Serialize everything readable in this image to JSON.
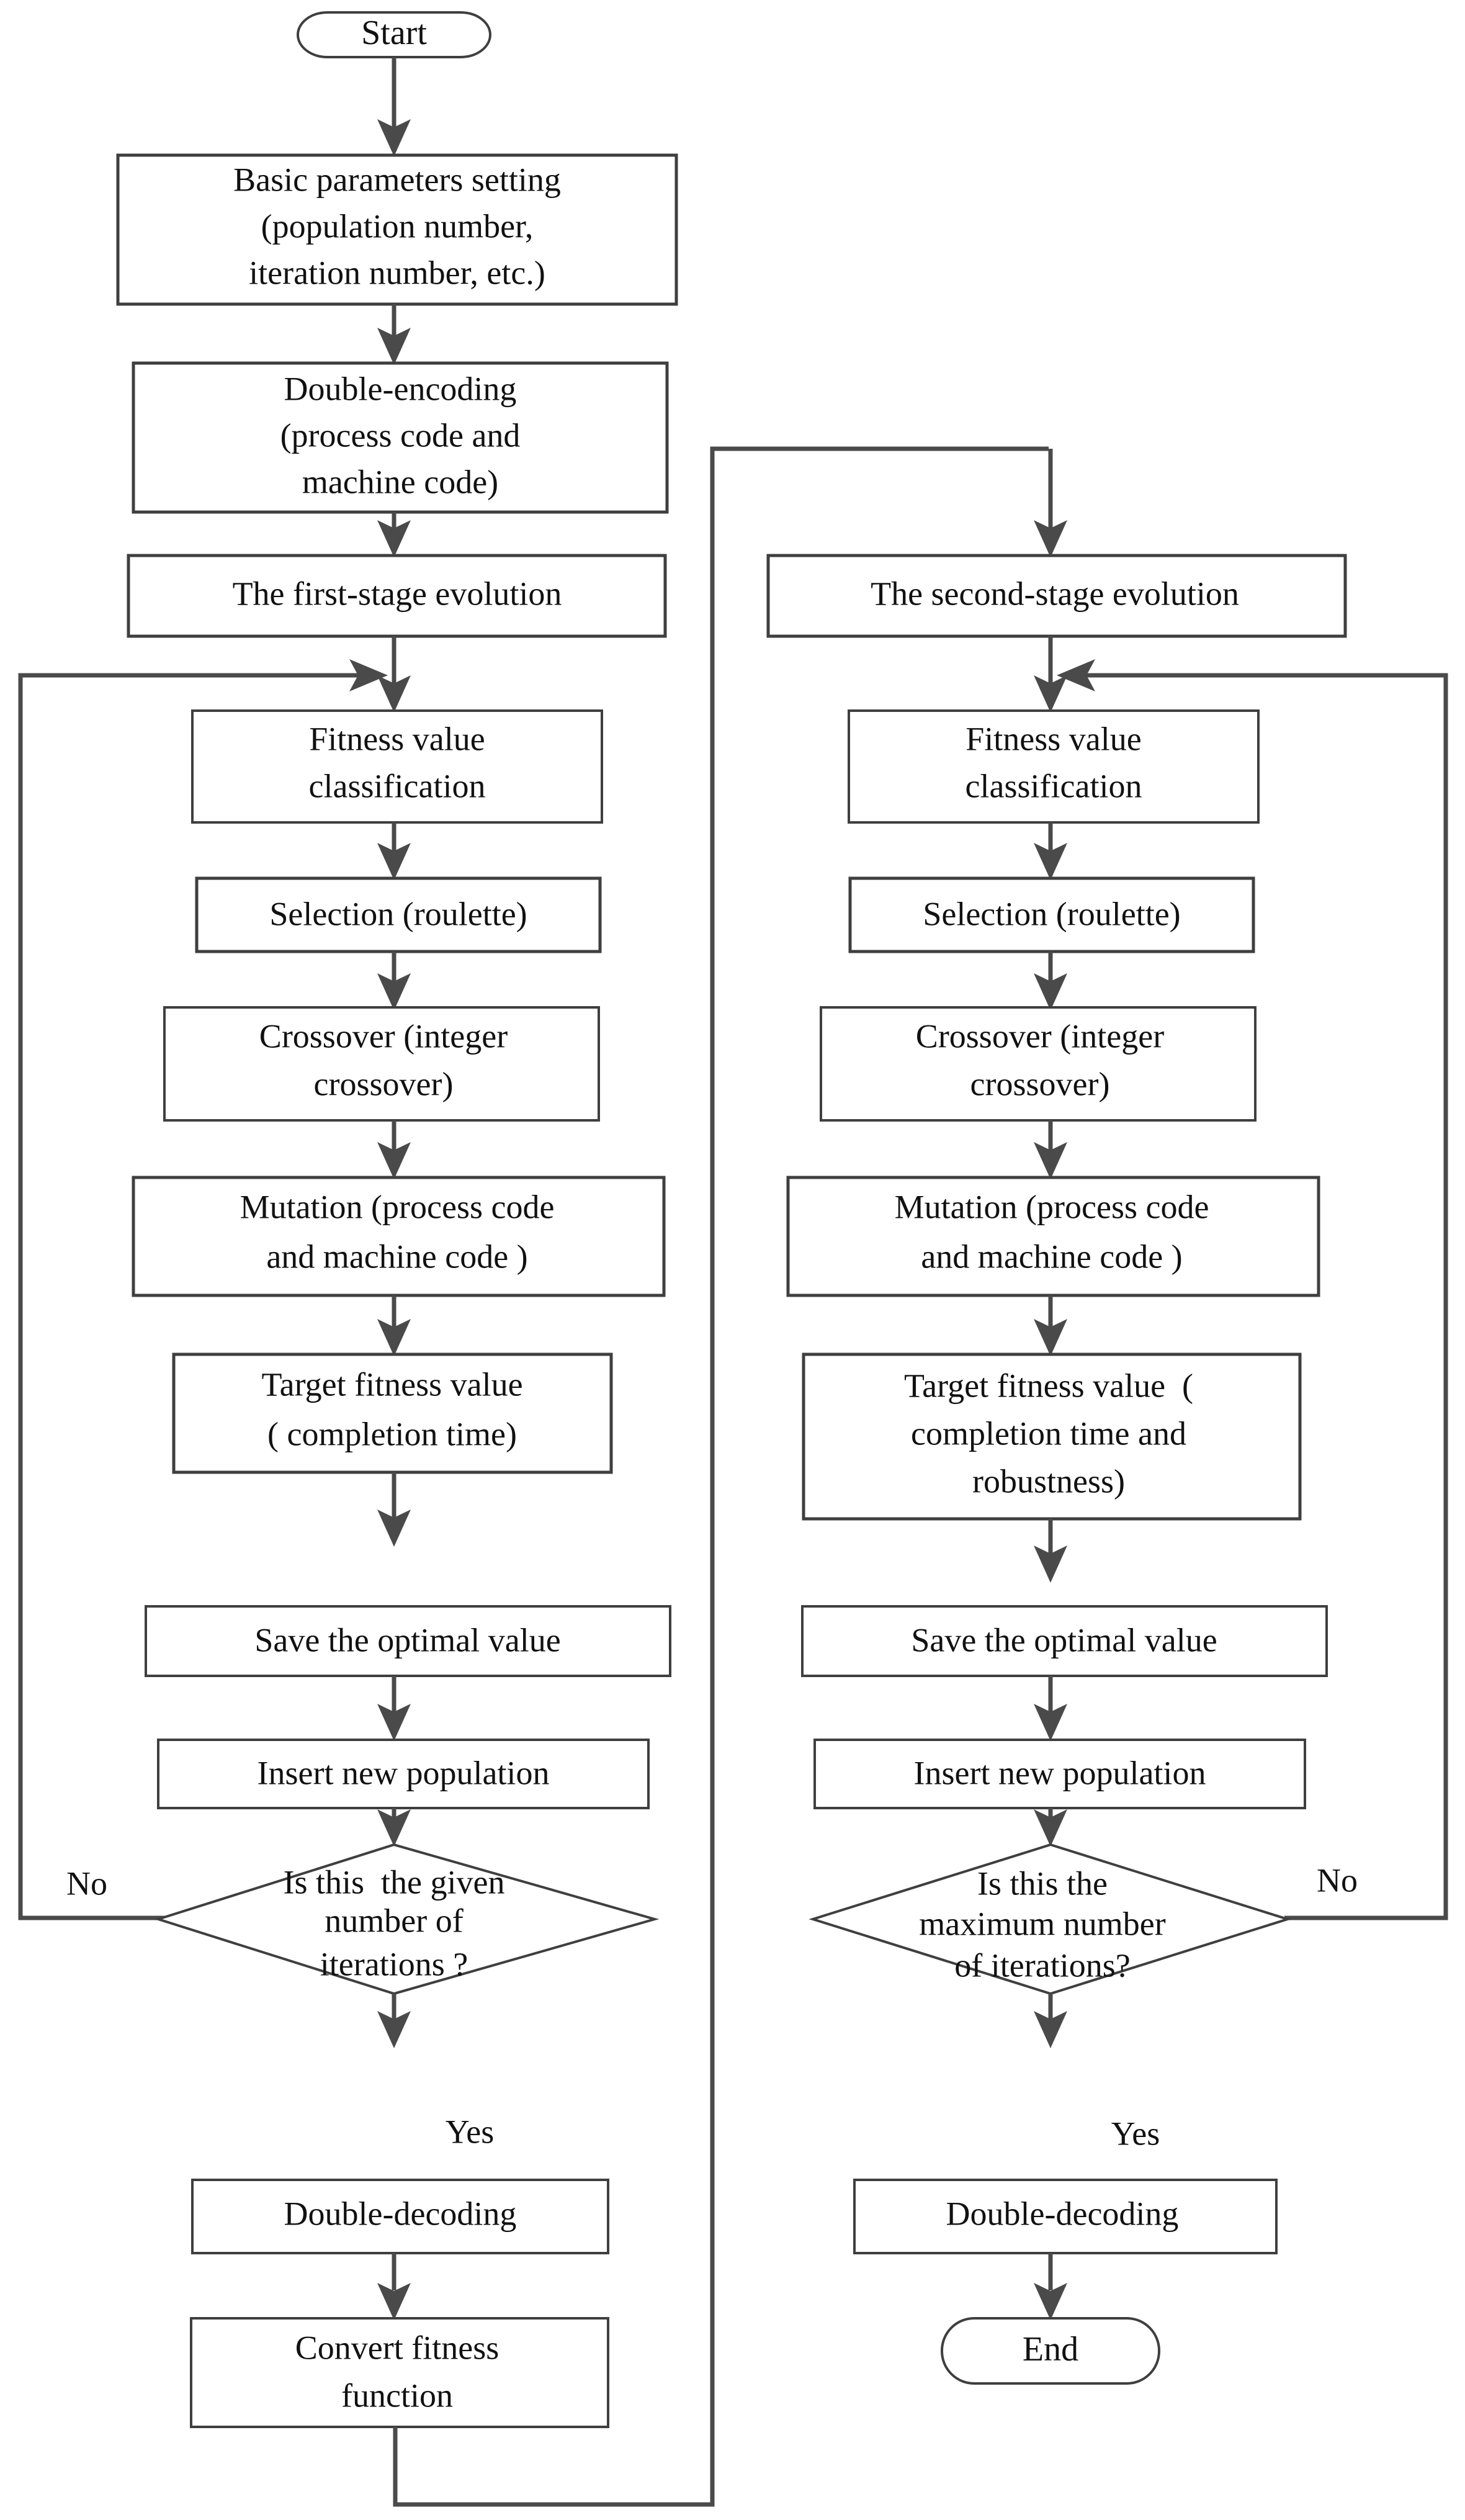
{
  "diagram": {
    "title": "Two-stage genetic algorithm flowchart",
    "colors": {
      "background": "#ffffff",
      "stroke": "#4a4a4a",
      "box_stroke": "#3f3f3f",
      "text": "#111111"
    },
    "left_stage": {
      "nodes": {
        "start": "Start",
        "basic_parameters_l1": "Basic parameters setting",
        "basic_parameters_l2": "(population number,",
        "basic_parameters_l3": "iteration number, etc.)",
        "double_encoding_l1": "Double-encoding",
        "double_encoding_l2": "(process code and",
        "double_encoding_l3": "machine code)",
        "first_stage": "The first-stage evolution",
        "fitness_classification_l1": "Fitness value",
        "fitness_classification_l2": "classification",
        "selection": "Selection (roulette)",
        "crossover_l1": "Crossover (integer",
        "crossover_l2": "crossover)",
        "mutation_l1": "Mutation (process code",
        "mutation_l2": "and machine code )",
        "target_fitness_l1": "Target fitness value",
        "target_fitness_l2": "( completion time)",
        "save_optimal": "Save the optimal value",
        "insert_population": "Insert new population",
        "decision_l1": "Is this  the given",
        "decision_l2": "number of",
        "decision_l3": "iterations ?",
        "double_decoding": "Double-decoding",
        "convert_fitness_l1": "Convert fitness",
        "convert_fitness_l2": "function"
      },
      "edge_labels": {
        "no": "No",
        "yes": "Yes"
      }
    },
    "right_stage": {
      "nodes": {
        "second_stage": "The second-stage evolution",
        "fitness_classification_l1": "Fitness value",
        "fitness_classification_l2": "classification",
        "selection": "Selection (roulette)",
        "crossover_l1": "Crossover (integer",
        "crossover_l2": "crossover)",
        "mutation_l1": "Mutation (process code",
        "mutation_l2": "and machine code )",
        "target_fitness_l1": "Target fitness value  (",
        "target_fitness_l2": "completion time and",
        "target_fitness_l3": "robustness)",
        "save_optimal": "Save the optimal value",
        "insert_population": "Insert new population",
        "decision_l1": "Is this the",
        "decision_l2": "maximum number",
        "decision_l3": "of iterations?",
        "double_decoding": "Double-decoding",
        "end": "End"
      },
      "edge_labels": {
        "no": "No",
        "yes": "Yes"
      }
    }
  }
}
